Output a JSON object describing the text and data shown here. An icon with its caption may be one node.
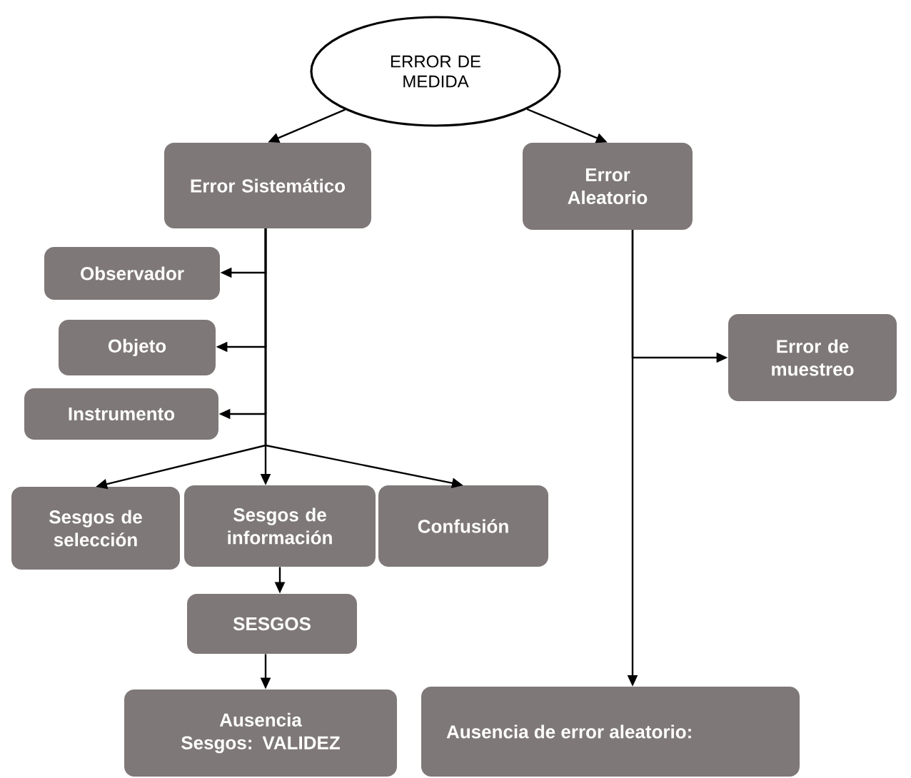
{
  "diagram": {
    "nodes": [
      {
        "text": [
          "ERROR DE MEDIDA"
        ]
      },
      {
        "text": [
          "Error Sistemático"
        ]
      },
      {
        "text": [
          "Error Aleatorio"
        ]
      },
      {
        "text": [
          "Observador"
        ]
      },
      {
        "text": [
          "Objeto"
        ]
      },
      {
        "text": [
          "Instrumento"
        ]
      },
      {
        "text": [
          "Error de muestreo"
        ]
      },
      {
        "text": [
          "Sesgos de selección"
        ]
      },
      {
        "text": [
          "Sesgos de información"
        ]
      },
      {
        "text": [
          "Confusión"
        ]
      },
      {
        "text": [
          "SESGOS"
        ]
      },
      {
        "text": [
          "Ausencia Sesgos: VALIDEZ"
        ]
      },
      {
        "text": [
          "Ausencia de error aleatorio:"
        ]
      }
    ],
    "edges": [
      {
        "from": 0,
        "to": 1,
        "arrow": "to"
      },
      {
        "from": 0,
        "to": 2,
        "arrow": "to"
      },
      {
        "from": 1,
        "to": 3,
        "arrow": "to"
      },
      {
        "from": 1,
        "to": 4,
        "arrow": "to"
      },
      {
        "from": 1,
        "to": 5,
        "arrow": "to"
      },
      {
        "from": 1,
        "to": 7,
        "arrow": "to"
      },
      {
        "from": 1,
        "to": 8,
        "arrow": "to"
      },
      {
        "from": 1,
        "to": 9,
        "arrow": "to"
      },
      {
        "from": 2,
        "to": 6,
        "arrow": "to"
      },
      {
        "from": 2,
        "to": 12,
        "arrow": "to"
      },
      {
        "from": 8,
        "to": 10,
        "arrow": "to"
      },
      {
        "from": 10,
        "to": 11,
        "arrow": "to"
      }
    ]
  }
}
